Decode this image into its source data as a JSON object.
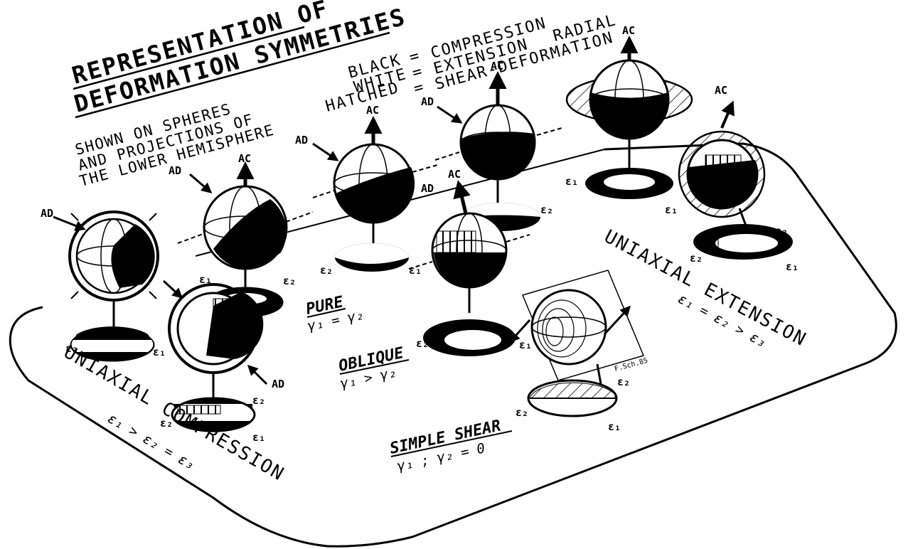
{
  "title": {
    "line1": "REPRESENTATION OF",
    "line2": "DEFORMATION SYMMETRIES"
  },
  "subtitle": {
    "line1": "SHOWN ON SPHERES",
    "line2": "AND PROJECTIONS OF",
    "line3": "THE LOWER HEMISPHERE"
  },
  "legend": {
    "black": "BLACK",
    "white": "WHITE",
    "hatched": "HATCHED",
    "eq": "=",
    "compression": "COMPRESSION",
    "extension": "EXTENSION",
    "radial": "RADIAL",
    "shear": "SHEAR-DEFORMATION"
  },
  "cases": {
    "uniaxial_extension": {
      "name": "UNIAXIAL EXTENSION",
      "cond": "ε₁ = ε₂ > ε₃"
    },
    "uniaxial_compression": {
      "name": "UNIAXIAL COMPRESSION",
      "cond1": "ε₁ > ε₂ = ε₃"
    },
    "pure": {
      "name": "PURE",
      "cond": "γ₁ = γ₂"
    },
    "oblique": {
      "name": "OBLIQUE",
      "cond": "γ₁ > γ₂"
    },
    "simple_shear": {
      "name": "SIMPLE SHEAR",
      "cond": "γ₁ ; γ₂ = 0"
    }
  },
  "axis_tags": {
    "ac": "AC",
    "ad": "AD"
  },
  "strain_labels": {
    "e1": "ε₁",
    "e2": "ε₂"
  },
  "signature": "F.Sch.85"
}
